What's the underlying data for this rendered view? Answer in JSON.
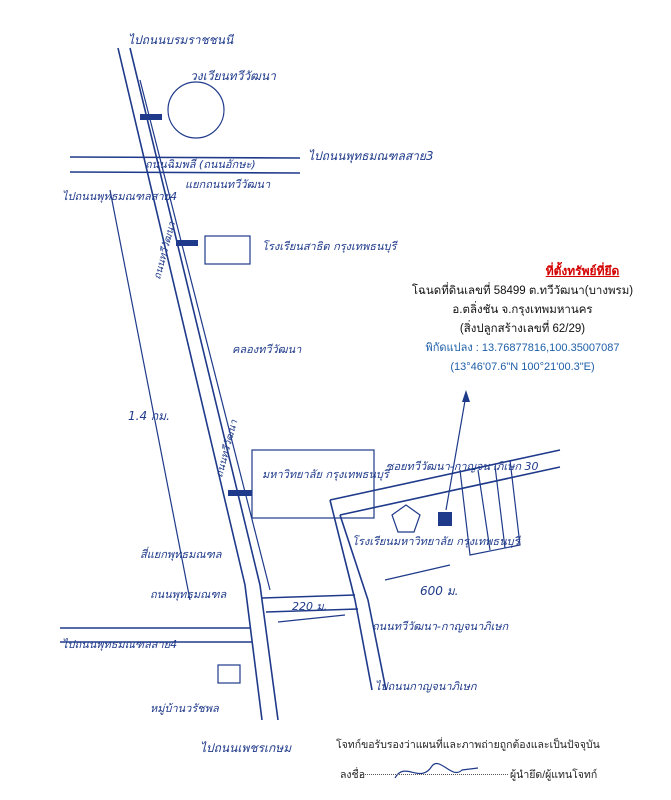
{
  "map": {
    "labels": {
      "to_hwy_top": "ไปถนนบรมราชชนนี",
      "roundabout": "วงเวียนทวีวัฒนา",
      "to_phutthamonthon3": "ไปถนนพุทธมณฑลสาย3",
      "main_road_top": "ถนนฉิมพลี (ถนนอักษะ)",
      "to_phutthamonthon4_left": "ไปถนนพุทธมณฑลสาย4",
      "junction": "แยกถนนทวีวัฒนา",
      "hospital": "โรงเรียนสาธิต กรุงเทพธนบุรี",
      "road_vertical_upper": "ถนนทวีวัฒนา",
      "canal": "คลองทวีวัฒนา",
      "road_vertical_lower": "ถนนทวีวัฒนา",
      "distance_main": "1.4 กม.",
      "university": "มหาวิทยาลัย กรุงเทพธนบุรี",
      "soi_label": "ซอยทวีวัฒนา-กาญจนาภิเษก 30",
      "school": "โรงเรียนมหาวิทยาลัย กรุงเทพธนบุรี",
      "distance_600": "600 ม.",
      "distance_220": "220 ม.",
      "kanchana_road": "ถนนทวีวัฒนา-กาญจนาภิเษก",
      "to_kanchana": "ไปถนนกาญจนาภิเษก",
      "to_phutthamonthon4_lower": "ไปถนนพุทธมณฑลสาย4",
      "bank_junction": "สี่แยกพุทธมณฑล",
      "phutthamonthon_road": "ถนนพุทธมณฑล",
      "village": "หมู่บ้านวรัชพล",
      "to_hwy_bottom": "ไปถนนเพชรเกษม"
    },
    "colors": {
      "ink": "#1f3a8a",
      "title_red": "#d40000",
      "coord_blue": "#1f5fa8"
    }
  },
  "info": {
    "title": "ที่ตั้งทรัพย์ที่ยึด",
    "line1": "โฉนดที่ดินเลขที่ 58499 ต.ทวีวัฒนา(บางพรม)",
    "line2": "อ.ตลิ่งชัน จ.กรุงเทพมหานคร",
    "line3": "(สิ่งปลูกสร้างเลขที่ 62/29)",
    "coords_dec": "พิกัดแปลง : 13.76877816,100.35007087",
    "coords_dms": "(13°46'07.6\"N 100°21'00.3\"E)"
  },
  "certification": {
    "statement": "โจทก์ขอรับรองว่าแผนที่และภาพถ่ายถูกต้องและเป็นปัจจุบัน",
    "sign_label": "ลงชื่อ",
    "sign_suffix": "ผู้นำยึด/ผู้แทนโจทก์"
  }
}
